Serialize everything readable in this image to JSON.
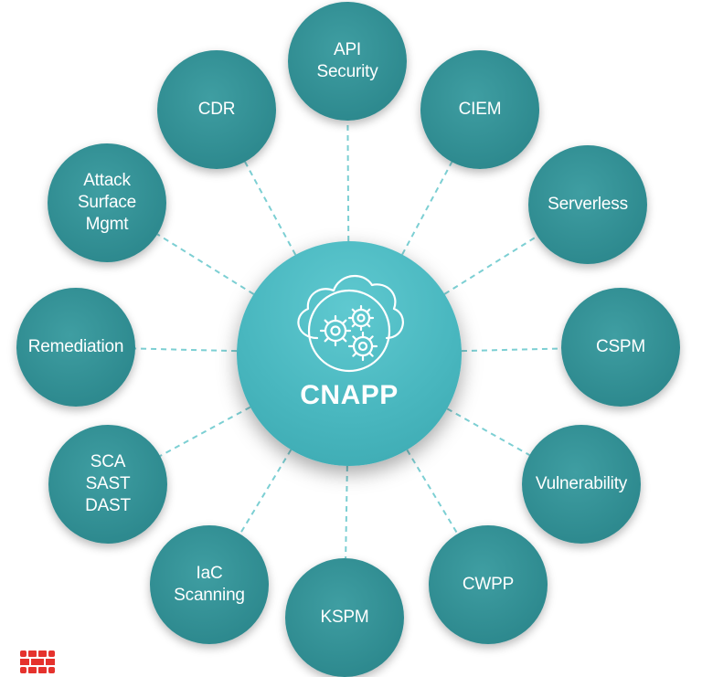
{
  "hub": {
    "label": "CNAPP",
    "icon": "cloud-gears-icon"
  },
  "nodes": [
    {
      "label": "API\nSecurity"
    },
    {
      "label": "CIEM"
    },
    {
      "label": "Serverless"
    },
    {
      "label": "CSPM"
    },
    {
      "label": "Vulnerability"
    },
    {
      "label": "CWPP"
    },
    {
      "label": "KSPM"
    },
    {
      "label": "IaC\nScanning"
    },
    {
      "label": "SCA\nSAST\nDAST"
    },
    {
      "label": "Remediation"
    },
    {
      "label": "Attack\nSurface\nMgmt"
    },
    {
      "label": "CDR"
    }
  ],
  "logo": {
    "icon": "fortinet-logo-icon",
    "color": "#e5322d"
  },
  "colors": {
    "node": "#2e8a8f",
    "hub": "#49b7bf",
    "connector": "#7ccfd3"
  }
}
